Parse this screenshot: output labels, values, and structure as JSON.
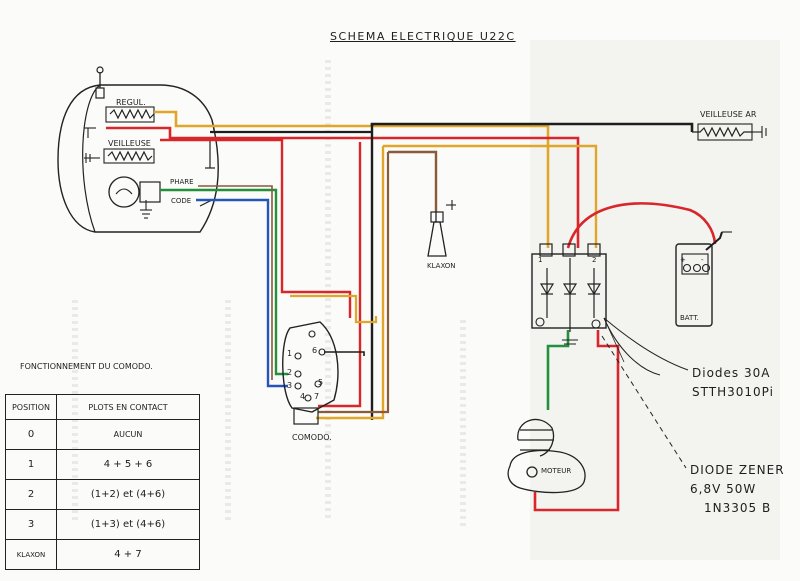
{
  "title": "SCHEMA ELECTRIQUE   U22C",
  "components": {
    "regul": "REGUL.",
    "veilleuse": "VEILLEUSE",
    "phare": "PHARE",
    "code": "CODE",
    "veilleuse_ar": "VEILLEUSE AR",
    "klaxon": "KLAXON",
    "batt": "BATT.",
    "comodo": "COMODO.",
    "moteur": "MOTEUR",
    "diode_left": "1",
    "diode_right": "2"
  },
  "comodo_terminals": [
    "1",
    "2",
    "3",
    "4",
    "5",
    "6",
    "7"
  ],
  "diodes_label": [
    "Diodes 30A",
    "STTH3010Pi"
  ],
  "zener_label": [
    "DIODE ZENER",
    "6,8V 50W",
    "1N3305 B"
  ],
  "table_caption": "FONCTIONNEMENT DU COMODO.",
  "table": {
    "headers": [
      "POSITION",
      "PLOTS EN CONTACT"
    ],
    "rows": [
      [
        "0",
        "AUCUN"
      ],
      [
        "1",
        "4 + 5 + 6"
      ],
      [
        "2",
        "(1+2) et (4+6)"
      ],
      [
        "3",
        "(1+3) et (4+6)"
      ],
      [
        "KLAXON",
        "4 + 7"
      ]
    ]
  },
  "wire_colors": {
    "red": "#d8262b",
    "yellow": "#e0a62a",
    "black": "#1e1e1e",
    "green": "#23913b",
    "blue": "#2456b8",
    "brown": "#8a5a3a"
  }
}
